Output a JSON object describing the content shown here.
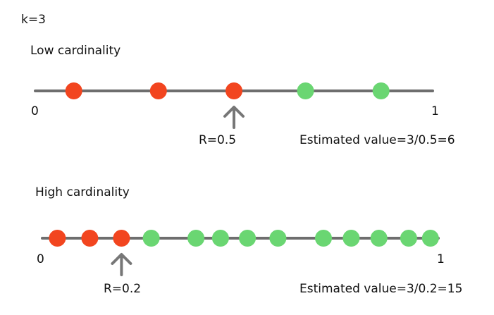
{
  "k_label": "k=3",
  "colors": {
    "selected": "#f2451f",
    "other": "#6ad672",
    "line": "#6e6e6e",
    "arrow": "#777777"
  },
  "low": {
    "title": "Low cardinality",
    "axis_start": "0",
    "axis_end": "1",
    "r_label": "R=0.5",
    "estimate": "Estimated value=3/0.5=6",
    "r_value": 0.5,
    "points": [
      {
        "x": 0.097,
        "selected": true
      },
      {
        "x": 0.31,
        "selected": true
      },
      {
        "x": 0.5,
        "selected": true
      },
      {
        "x": 0.68,
        "selected": false
      },
      {
        "x": 0.87,
        "selected": false
      }
    ]
  },
  "high": {
    "title": "High cardinality",
    "axis_start": "0",
    "axis_end": "1",
    "r_label": "R=0.2",
    "estimate": "Estimated value=3/0.2=15",
    "r_value": 0.2,
    "points": [
      {
        "x": 0.038,
        "selected": true
      },
      {
        "x": 0.12,
        "selected": true
      },
      {
        "x": 0.2,
        "selected": true
      },
      {
        "x": 0.275,
        "selected": false
      },
      {
        "x": 0.388,
        "selected": false
      },
      {
        "x": 0.45,
        "selected": false
      },
      {
        "x": 0.518,
        "selected": false
      },
      {
        "x": 0.595,
        "selected": false
      },
      {
        "x": 0.71,
        "selected": false
      },
      {
        "x": 0.78,
        "selected": false
      },
      {
        "x": 0.85,
        "selected": false
      },
      {
        "x": 0.925,
        "selected": false
      },
      {
        "x": 0.98,
        "selected": false
      }
    ]
  }
}
